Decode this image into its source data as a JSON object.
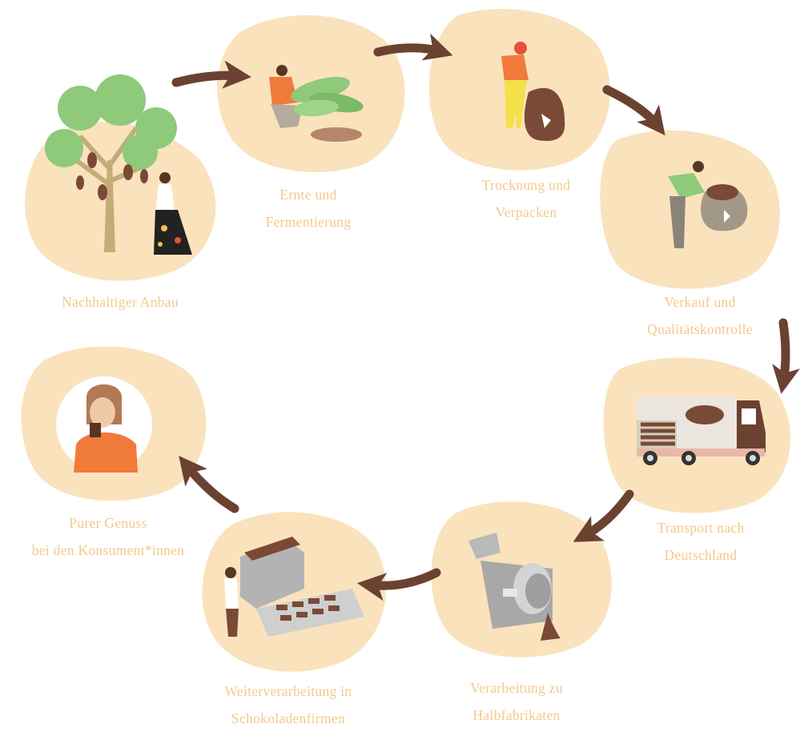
{
  "colors": {
    "blob": "#f9e2bc",
    "arrow": "#6b4131",
    "label": "#f3c98b",
    "cocoa": "#7a4a36",
    "leaf": "#8fc97a",
    "trunk": "#c2ad76",
    "orange": "#f07a3a",
    "metal": "#b9b9b9"
  },
  "steps": [
    {
      "id": "anbau",
      "lines": [
        "Nachhaltiger Anbau"
      ],
      "illustration": "cocoa-tree-farmer-icon"
    },
    {
      "id": "ernte",
      "lines": [
        "Ernte und",
        "Fermentierung"
      ],
      "illustration": "harvest-leaves-icon"
    },
    {
      "id": "trocknung",
      "lines": [
        "Trocknung und",
        "Verpacken"
      ],
      "illustration": "sack-carrier-icon"
    },
    {
      "id": "verkauf",
      "lines": [
        "Verkauf und",
        "Qualitätskontrolle"
      ],
      "illustration": "bean-inspector-icon"
    },
    {
      "id": "transport",
      "lines": [
        "Transport nach",
        "Deutschland"
      ],
      "illustration": "delivery-truck-icon"
    },
    {
      "id": "verarbeitung",
      "lines": [
        "Verarbeitung zu",
        "Halbfabrikaten"
      ],
      "illustration": "processing-machine-icon"
    },
    {
      "id": "weiter",
      "lines": [
        "Weiterverarbeitung in",
        "Schokoladenfirmen"
      ],
      "illustration": "chocolate-factory-icon"
    },
    {
      "id": "genuss",
      "lines": [
        "Purer Genuss",
        "bei den Konsument*innen"
      ],
      "illustration": "consumer-eating-icon"
    }
  ]
}
